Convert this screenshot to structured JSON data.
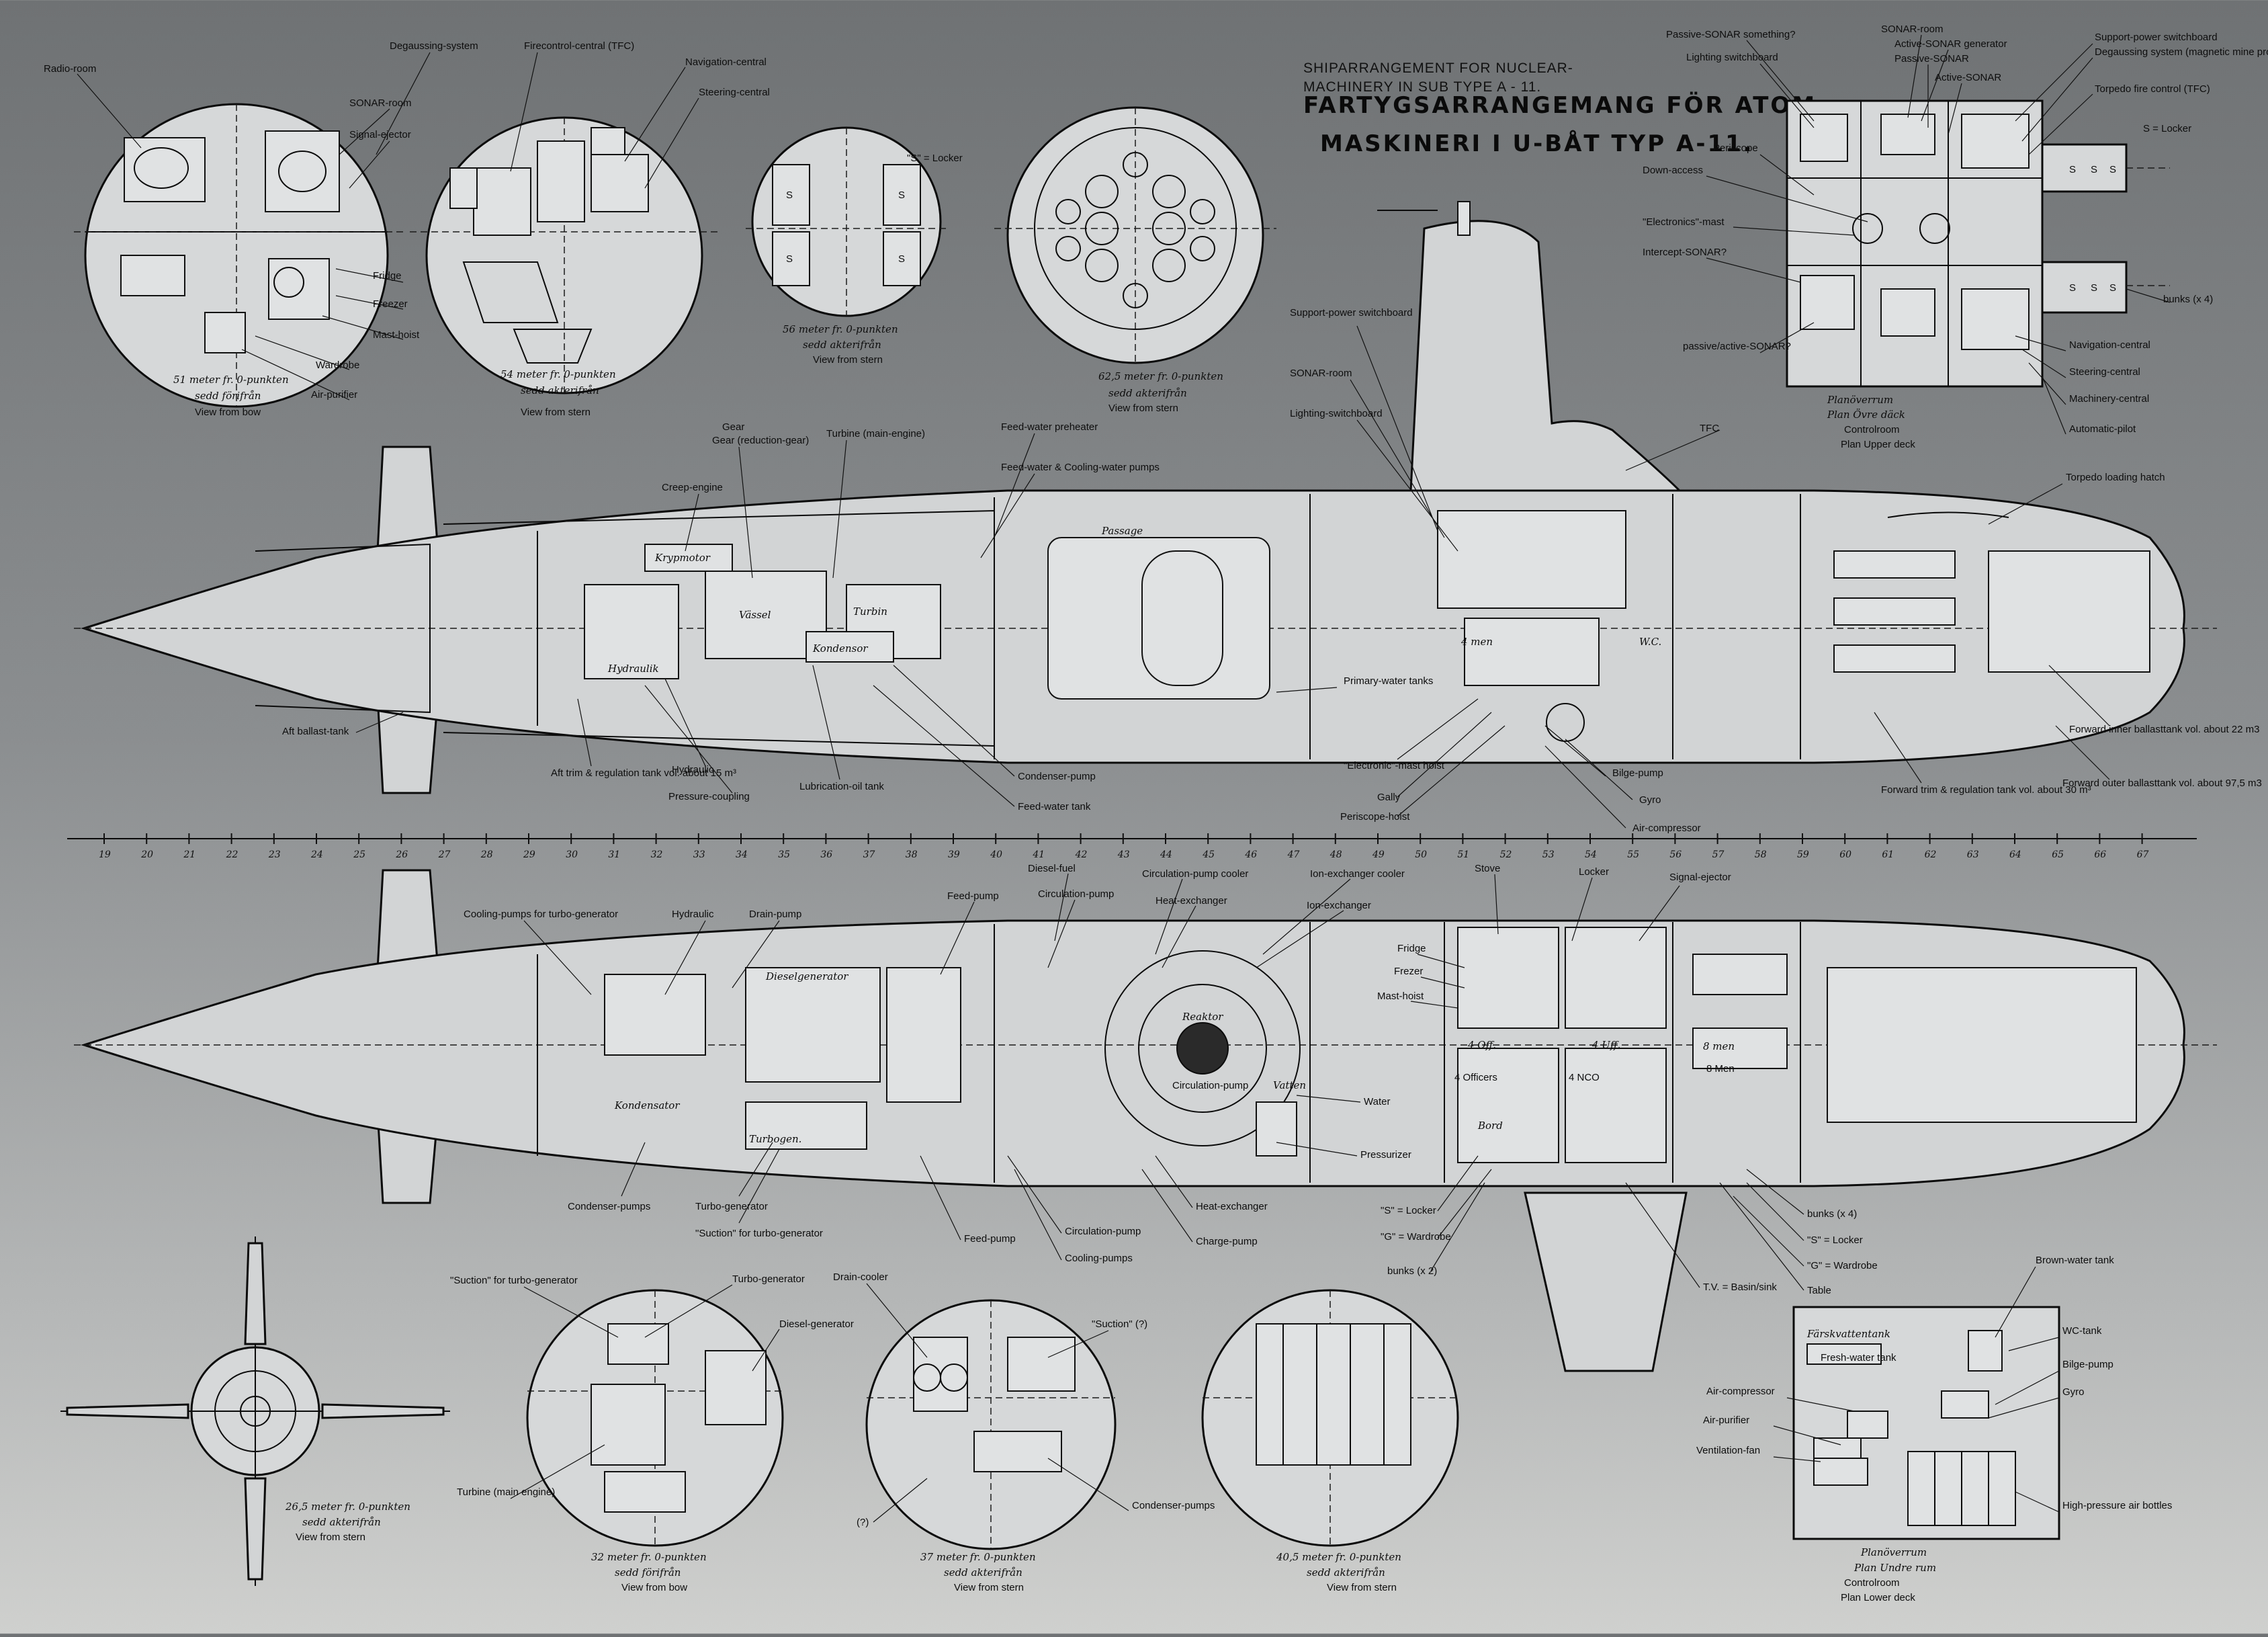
{
  "titles": {
    "english_line1": "SHIPARRANGEMENT FOR NUCLEAR-",
    "english_line2": "MACHINERY IN SUB TYPE A - 11.",
    "swedish_line1": "FARTYGSARRANGEMANG FÖR ATOM-",
    "swedish_line2": "MASKINERI I U-BÅT TYP A-11."
  },
  "sections_top": [
    {
      "caption_hand": "51 meter fr. 0-punkten",
      "caption_hand2": "sedd förifrån",
      "view": "View from bow",
      "labels": [
        "Radio-room",
        "Degaussing-system",
        "SONAR-room",
        "Signal-ejector",
        "Fridge",
        "Freezer",
        "Mast-hoist",
        "Wardrobe",
        "Air-purifier"
      ]
    },
    {
      "caption_hand": "54 meter fr. 0-punkten",
      "caption_hand2": "sedd akterifrån",
      "view": "View from stern",
      "labels": [
        "Firecontrol-central (TFC)",
        "Navigation-central",
        "Steering-central"
      ]
    },
    {
      "caption_hand": "56 meter fr. 0-punkten",
      "caption_hand2": "sedd akterifrån",
      "view": "View from stern",
      "labels": [
        "\"S\" = Locker"
      ]
    },
    {
      "caption_hand": "62,5 meter fr. 0-punkten",
      "caption_hand2": "sedd akterifrån",
      "view": "View from stern",
      "labels": []
    }
  ],
  "sections_bottom": [
    {
      "caption_hand": "26,5 meter fr. 0-punkten",
      "caption_hand2": "sedd akterifrån",
      "view": "View from stern",
      "labels": []
    },
    {
      "caption_hand": "32 meter fr. 0-punkten",
      "caption_hand2": "sedd förifrån",
      "view": "View from bow",
      "labels": [
        "\"Suction\" for turbo-generator",
        "Turbo-generator",
        "Diesel-generator",
        "Turbine (main engine)"
      ]
    },
    {
      "caption_hand": "37 meter fr. 0-punkten",
      "caption_hand2": "sedd akterifrån",
      "view": "View from stern",
      "labels": [
        "Drain-cooler",
        "\"Suction\" (?)",
        "Condenser-pumps",
        "(?)"
      ]
    },
    {
      "caption_hand": "40,5 meter fr. 0-punkten",
      "caption_hand2": "sedd akterifrån",
      "view": "View from stern",
      "labels": []
    }
  ],
  "upper_plan": {
    "caption_hand": "Planöverrum",
    "caption_hand2": "Plan Övre däck",
    "caption": "Controlroom",
    "caption2": "Plan Upper deck",
    "labels_left": [
      "Passive-SONAR something?",
      "Lighting switchboard",
      "Periscope",
      "Down-access",
      "\"Electronics\"-mast",
      "Intercept-SONAR?",
      "passive/active-SONAR?"
    ],
    "labels_top": [
      "SONAR-room",
      "Active-SONAR generator",
      "Passive-SONAR",
      "Active-SONAR"
    ],
    "labels_right": [
      "Support-power switchboard",
      "Degaussing system (magnetic mine protection)",
      "Torpedo fire control (TFC)",
      "S = Locker",
      "bunks (x 4)",
      "Navigation-central",
      "Steering-central",
      "Machinery-central",
      "Automatic-pilot"
    ]
  },
  "lower_plan": {
    "title_hand": "Färskvattentank",
    "title": "Fresh-water tank",
    "caption_hand": "Planöverrum",
    "caption_hand2": "Plan Undre rum",
    "caption": "Controlroom",
    "caption2": "Plan Lower deck",
    "labels": [
      "Brown-water tank",
      "WC-tank",
      "Bilge-pump",
      "Gyro",
      "Air-compressor",
      "Air-purifier",
      "Ventilation-fan",
      "High-pressure air bottles"
    ]
  },
  "profile_upper": {
    "labels": [
      "Gear (reduction-gear)",
      "Turbine (main-engine)",
      "Feed-water preheater",
      "Feed-water & Cooling-water pumps",
      "Creep-engine",
      "Aft ballast-tank",
      "Aft trim & regulation tank vol. about 15 m³",
      "Hydraulic",
      "Pressure-coupling",
      "Lubrication-oil tank",
      "Condenser-pump",
      "Feed-water tank",
      "Support-power switchboard",
      "SONAR-room",
      "Lighting-switchboard",
      "TFC",
      "Primary-water tanks",
      "\"Electronic\"-mast hoist",
      "Gally",
      "Periscope-hoist",
      "Bilge-pump",
      "Gyro",
      "Air-compressor",
      "Forward trim & regulation tank vol. about 30 m³",
      "Forward inner ballasttank vol. about 22 m3",
      "Forward outer ballasttank vol. about 97,5 m3",
      "Torpedo loading hatch"
    ],
    "hand": [
      "Passage",
      "Vässel",
      "Turbin",
      "Kondensor",
      "Hydraulik",
      "Krypmotor",
      "4 men",
      "W.C."
    ]
  },
  "frame_scale": [
    "19",
    "20",
    "21",
    "22",
    "23",
    "24",
    "25",
    "26",
    "27",
    "28",
    "29",
    "30",
    "31",
    "32",
    "33",
    "34",
    "35",
    "36",
    "37",
    "38",
    "39",
    "40",
    "41",
    "42",
    "43",
    "44",
    "45",
    "46",
    "47",
    "48",
    "49",
    "50",
    "51",
    "52",
    "53",
    "54",
    "55",
    "56",
    "57",
    "58",
    "59",
    "60",
    "61",
    "62",
    "63",
    "64",
    "65",
    "66",
    "67"
  ],
  "profile_lower": {
    "labels": [
      "Cooling-pumps for turbo-generator",
      "Hydraulic",
      "Drain-pump",
      "Feed-pump",
      "Diesel-fuel",
      "Circulation-pump",
      "Circulation-pump cooler",
      "Heat-exchanger",
      "Ion-exchanger cooler",
      "Ion-exchanger",
      "Stove",
      "Locker",
      "Signal-ejector",
      "Fridge",
      "Frezer",
      "Mast-hoist",
      "Water",
      "Pressurizer",
      "Circulation-pump",
      "Condenser-pumps",
      "Turbo-generator",
      "\"Suction\" for turbo-generator",
      "Feed-pump",
      "Circulation-pump",
      "Cooling-pumps",
      "Heat-exchanger",
      "Charge-pump",
      "\"S\" = Locker",
      "\"G\" = Wardrobe",
      "bunks (x 2)",
      "T.V. = Basin/sink",
      "Table",
      "bunks (x 4)",
      "\"S\" = Locker",
      "\"G\" = Wardrobe",
      "4 Officers",
      "4 NCO",
      "8 Men"
    ],
    "hand": [
      "Reaktor",
      "Dieselgenerator",
      "Kondensator",
      "Turbogen.",
      "Vatten",
      "Bord",
      "4 Off.",
      "4 Uff.",
      "8 men"
    ]
  }
}
